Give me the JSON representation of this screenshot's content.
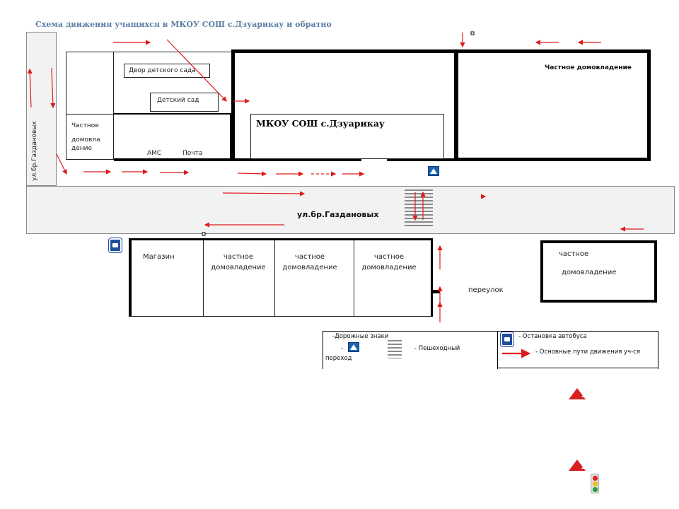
{
  "title": "Схема движения учащихся в МКОУ СОШ с.Дзуарикау и обратно",
  "roads": {
    "vertical_street": "ул.бр.Газдановых",
    "main_street": "ул.бр.Газдановых",
    "lane": "переулок"
  },
  "buildings": {
    "kindergarten_yard": "Двор детского сада",
    "kindergarten": "Детский сад",
    "private_left_lines": [
      "Частное",
      "домовла",
      "дение"
    ],
    "ams": "АМС",
    "post": "Почта",
    "school": "МКОУ СОШ с.Дзуарикау",
    "private_top_right": "Частное домовладение",
    "shop": "Магазин",
    "private_1": [
      "частное",
      "домовладение"
    ],
    "private_2": [
      "частное",
      "домовладение"
    ],
    "private_3": [
      "частное",
      "домовладение"
    ],
    "private_bottom_right": [
      "частное",
      "домовладение"
    ]
  },
  "legend": {
    "road_signs": "-Дорожные знаки",
    "dash": "-",
    "crossing_word": "переход",
    "pedestrian": "- Пешеходный",
    "bus_stop": "- Остановка автобуса",
    "paths": "- Основные пути движения уч-ся"
  },
  "colors": {
    "arrow": "#e01b1b",
    "title": "#5b7fa6",
    "sign_blue": "#1e63b0",
    "warning_red": "#d81f1f"
  },
  "icons": [
    "bus-stop-icon",
    "pedestrian-crossing-sign-icon",
    "children-warning-sign-icon",
    "traffic-light-icon",
    "zebra-crossing-icon"
  ]
}
